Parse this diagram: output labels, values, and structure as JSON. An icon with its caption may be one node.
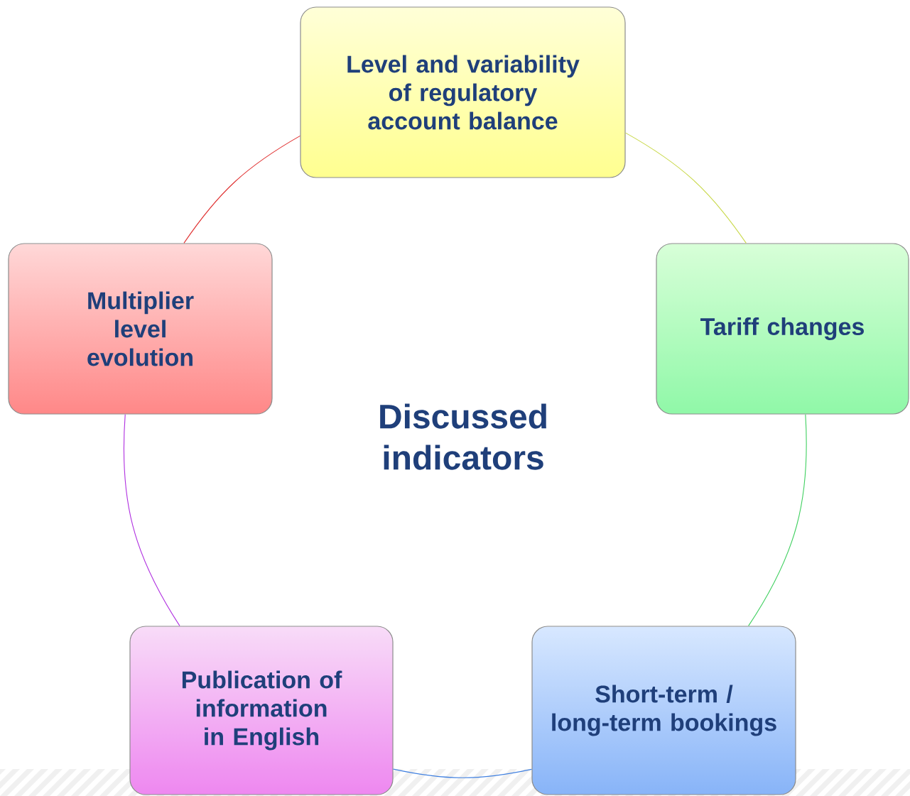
{
  "diagram": {
    "nodes": [
      {
        "text": [
          "Level and variability of regulatory account balance"
        ]
      },
      {
        "text": [
          "Tariff changes"
        ]
      },
      {
        "text": [
          "Short-term / long-term bookings"
        ]
      },
      {
        "text": [
          "Publication of information in English"
        ]
      },
      {
        "text": [
          "Multiplier level evolution"
        ]
      }
    ],
    "edges": [
      {
        "from": 0,
        "to": 1,
        "arrow": "none",
        "color": "#c8d848"
      },
      {
        "from": 1,
        "to": 2,
        "arrow": "none",
        "color": "#40d060"
      },
      {
        "from": 2,
        "to": 3,
        "arrow": "none",
        "color": "#4080e0"
      },
      {
        "from": 3,
        "to": 4,
        "arrow": "none",
        "color": "#b030e0"
      },
      {
        "from": 4,
        "to": 0,
        "arrow": "none",
        "color": "#e03030"
      }
    ],
    "labels": [
      "Discussed indicators"
    ]
  }
}
